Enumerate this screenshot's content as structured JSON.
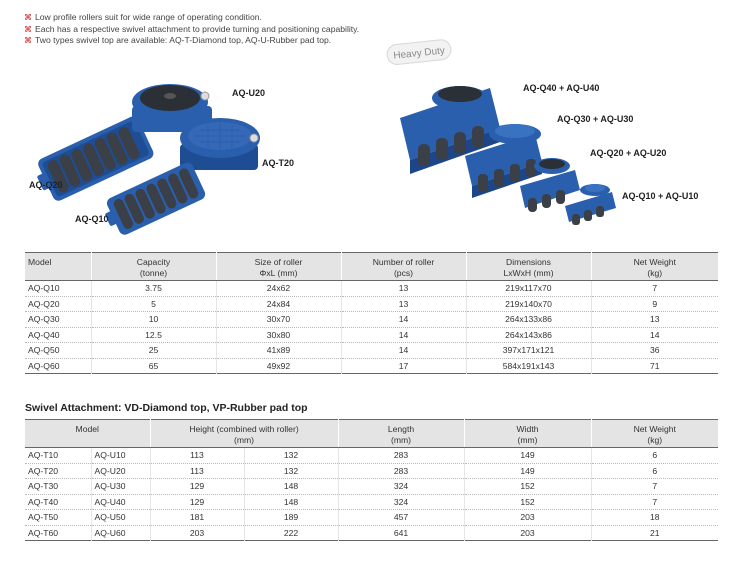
{
  "bullets": [
    "Low profile rollers suit for wide range of operating condition.",
    "Each has a respective swivel attachment to provide turning and positioning capability.",
    "Two types swivel top are available: AQ-T-Diamond top, AQ-U-Rubber pad top."
  ],
  "bullet_mark": "⌘",
  "heavy_duty": "Heavy Duty",
  "left_labels": {
    "u20": "AQ-U20",
    "t20": "AQ-T20",
    "q20": "AQ-Q20",
    "q10": "AQ-Q10"
  },
  "right_labels": {
    "l40": "AQ-Q40 + AQ-U40",
    "l30": "AQ-Q30 + AQ-U30",
    "l20": "AQ-Q20 + AQ-U20",
    "l10": "AQ-Q10 + AQ-U10"
  },
  "table1": {
    "headers": [
      [
        "Model",
        ""
      ],
      [
        "Capacity",
        "(tonne)"
      ],
      [
        "Size of roller",
        "ΦxL (mm)"
      ],
      [
        "Number of roller",
        "(pcs)"
      ],
      [
        "Dimensions",
        "LxWxH (mm)"
      ],
      [
        "Net Weight",
        "(kg)"
      ]
    ],
    "rows": [
      [
        "AQ-Q10",
        "3.75",
        "24x62",
        "13",
        "219x117x70",
        "7"
      ],
      [
        "AQ-Q20",
        "5",
        "24x84",
        "13",
        "219x140x70",
        "9"
      ],
      [
        "AQ-Q30",
        "10",
        "30x70",
        "14",
        "264x133x86",
        "13"
      ],
      [
        "AQ-Q40",
        "12.5",
        "30x80",
        "14",
        "264x143x86",
        "14"
      ],
      [
        "AQ-Q50",
        "25",
        "41x89",
        "14",
        "397x171x121",
        "36"
      ],
      [
        "AQ-Q60",
        "65",
        "49x92",
        "17",
        "584x191x143",
        "71"
      ]
    ]
  },
  "table2_title": "Swivel Attachment: VD-Diamond top, VP-Rubber pad top",
  "table2": {
    "h_model": "Model",
    "h_height": "Height (combined with roller)",
    "h_height_unit": "(mm)",
    "h_length": "Length",
    "h_length_unit": "(mm)",
    "h_width": "Width",
    "h_width_unit": "(mm)",
    "h_weight": "Net Weight",
    "h_weight_unit": "(kg)",
    "rows": [
      [
        "AQ-T10",
        "AQ-U10",
        "113",
        "132",
        "283",
        "149",
        "6"
      ],
      [
        "AQ-T20",
        "AQ-U20",
        "113",
        "132",
        "283",
        "149",
        "6"
      ],
      [
        "AQ-T30",
        "AQ-U30",
        "129",
        "148",
        "324",
        "152",
        "7"
      ],
      [
        "AQ-T40",
        "AQ-U40",
        "129",
        "148",
        "324",
        "152",
        "7"
      ],
      [
        "AQ-T50",
        "AQ-U50",
        "181",
        "189",
        "457",
        "203",
        "18"
      ],
      [
        "AQ-T60",
        "AQ-U60",
        "203",
        "222",
        "641",
        "203",
        "21"
      ]
    ]
  },
  "colors": {
    "product_blue": "#2a5fae",
    "roller_dark": "#3a3f48",
    "bullet_red": "#c8201e",
    "header_gray": "#e4e4e4"
  }
}
